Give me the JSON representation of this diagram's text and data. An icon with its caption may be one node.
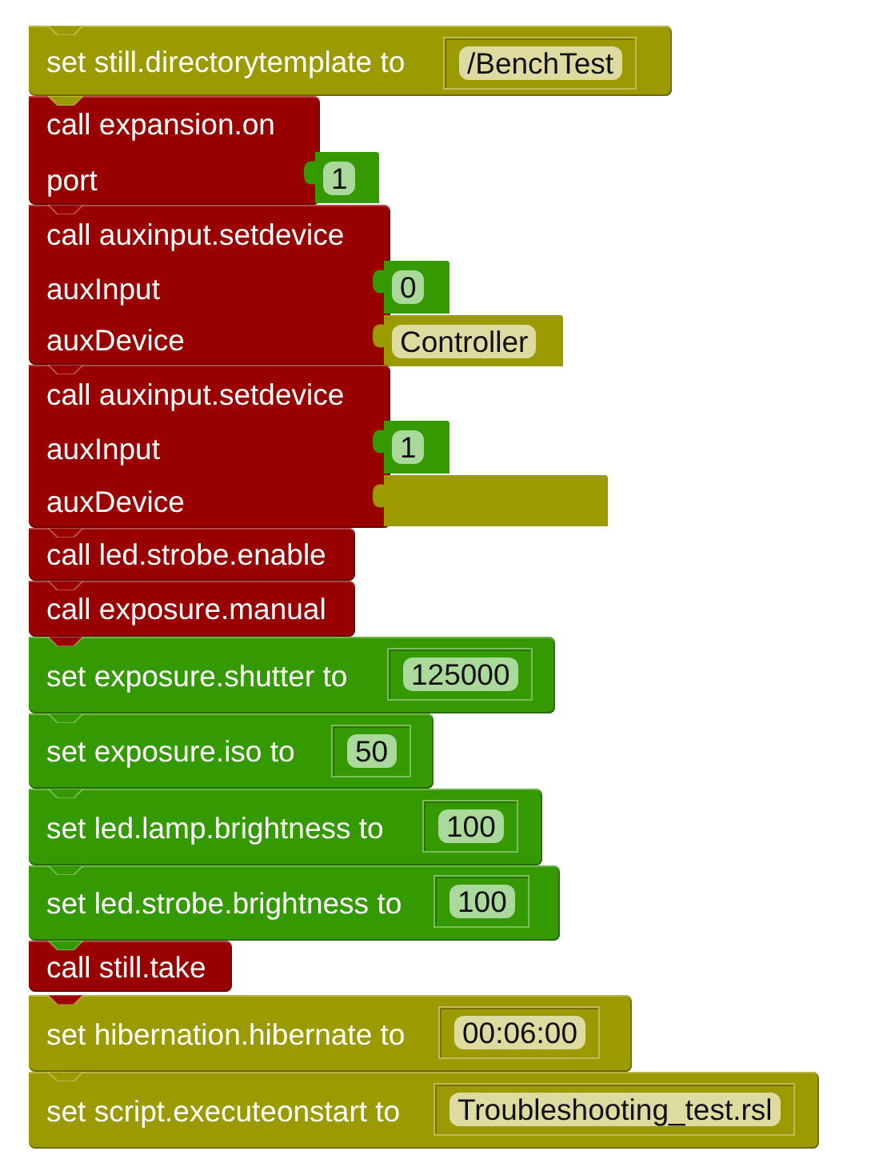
{
  "diagram": {
    "nodes": [
      {
        "text": [
          "set still.directorytemplate to"
        ]
      },
      {
        "text": [
          "/BenchTest"
        ],
        "in": 0
      },
      {
        "text": [
          "call expansion.on",
          "port"
        ]
      },
      {
        "text": [
          "1"
        ]
      },
      {
        "text": [
          "call auxinput.setdevice",
          "auxInput",
          "auxDevice"
        ]
      },
      {
        "text": [
          "0"
        ]
      },
      {
        "text": [
          "Controller"
        ]
      },
      {
        "text": [
          "call auxinput.setdevice",
          "auxInput",
          "auxDevice"
        ]
      },
      {
        "text": [
          "1"
        ]
      },
      {
        "text": [],
        "shape": "box"
      },
      {
        "text": [
          "call led.strobe.enable"
        ]
      },
      {
        "text": [
          "call exposure.manual"
        ]
      },
      {
        "text": [
          "set exposure.shutter to"
        ]
      },
      {
        "text": [
          "125000"
        ],
        "in": 12
      },
      {
        "text": [
          "set exposure.iso to"
        ]
      },
      {
        "text": [
          "50"
        ],
        "in": 14
      },
      {
        "text": [
          "set led.lamp.brightness to"
        ]
      },
      {
        "text": [
          "100"
        ],
        "in": 16
      },
      {
        "text": [
          "set led.strobe.brightness to"
        ]
      },
      {
        "text": [
          "100"
        ],
        "in": 18
      },
      {
        "text": [
          "call still.take"
        ]
      },
      {
        "text": [
          "set hibernation.hibernate to"
        ]
      },
      {
        "text": [
          "00:06:00"
        ],
        "in": 21
      },
      {
        "text": [
          "set script.executeonstart to"
        ]
      },
      {
        "text": [
          "Troubleshooting_test.rsl"
        ],
        "in": 23
      }
    ]
  }
}
